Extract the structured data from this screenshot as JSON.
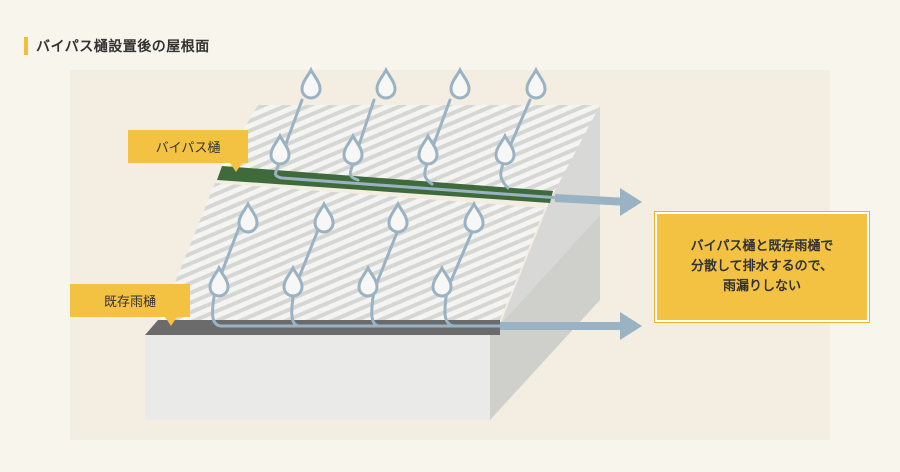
{
  "title": "バイパス樋設置後の屋根面",
  "labels": {
    "bypass_gutter": "バイパス樋",
    "existing_gutter": "既存雨樋"
  },
  "callout": {
    "line1": "バイパス樋と既存雨樋で",
    "line2": "分散して排水するので、",
    "line3": "雨漏りしない"
  },
  "colors": {
    "accent": "#f3bf3a",
    "bypass_gutter": "#3f6b3c",
    "existing_gutter": "#6b6b6b",
    "water": "#9ab3c4"
  }
}
